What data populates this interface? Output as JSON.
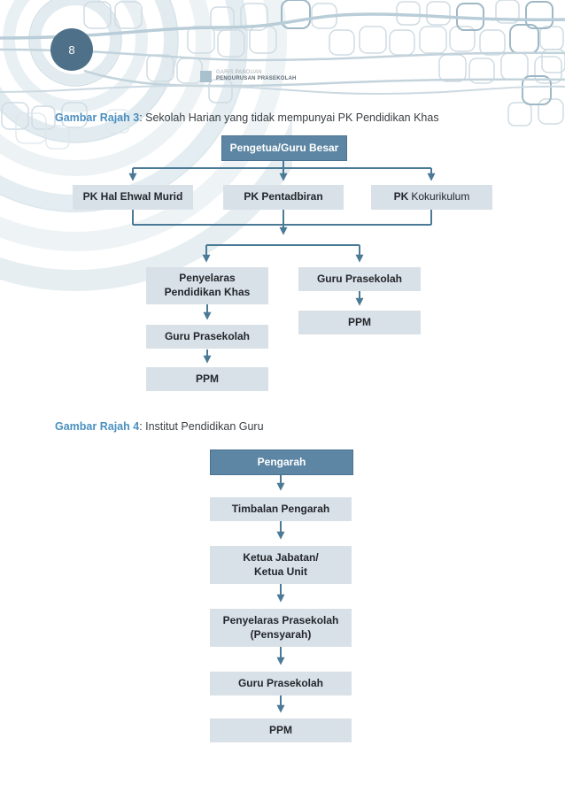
{
  "colors": {
    "accent_box": "#5d86a4",
    "light_box": "#d9e1e8",
    "connector": "#4b7a96",
    "title_accent": "#4b90c1",
    "page_circle": "#4e7189",
    "decor_line": "#c3d3dc"
  },
  "page": {
    "number": "8",
    "logo_line1": "GARIS PANDUAN",
    "logo_line2": "PENGURUSAN PRASEKOLAH"
  },
  "figure3": {
    "title_label": "Gambar Rajah 3",
    "title_rest": ": Sekolah Harian yang tidak mempunyai PK Pendidikan Khas",
    "nodes": {
      "root": "Pengetua/Guru Besar",
      "pk_hem": "PK Hal Ehwal Murid",
      "pk_pentadbiran": "PK Pentadbiran",
      "pk_koko_prefix": "PK",
      "pk_koko_rest": "Kokurikulum",
      "penyelaras": "Penyelaras\nPendidikan Khas",
      "guru_left": "Guru Prasekolah",
      "ppm_left": "PPM",
      "guru_right": "Guru Prasekolah",
      "ppm_right": "PPM"
    }
  },
  "figure4": {
    "title_label": "Gambar Rajah 4",
    "title_rest": ": Institut Pendidikan Guru",
    "nodes": {
      "root": "Pengarah",
      "timbalan": "Timbalan Pengarah",
      "ketua": "Ketua Jabatan/\nKetua Unit",
      "penyelaras": "Penyelaras Prasekolah\n(Pensyarah)",
      "guru": "Guru Prasekolah",
      "ppm": "PPM"
    }
  }
}
